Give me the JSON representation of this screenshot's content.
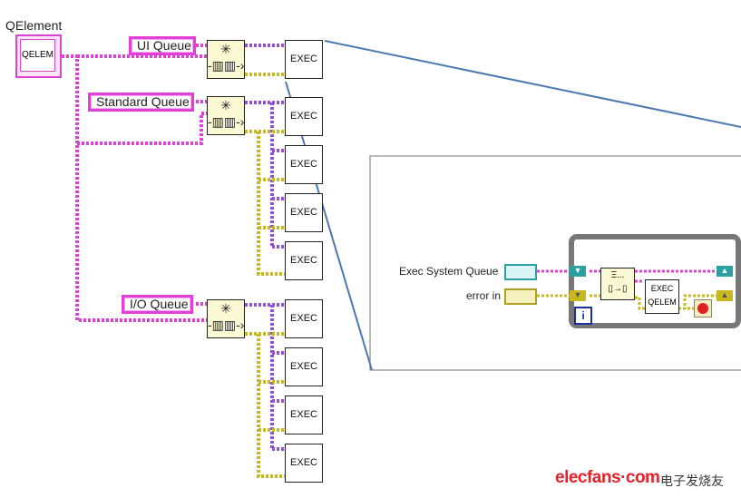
{
  "qelement": {
    "title": "QElement",
    "box_label": "QELEM"
  },
  "queues": [
    {
      "label": "UI Queue",
      "exec_count": 1
    },
    {
      "label": "Standard Queue",
      "exec_count": 4
    },
    {
      "label": "I/O Queue",
      "exec_count": 4
    }
  ],
  "exec_label": "EXEC",
  "inset": {
    "queue_label": "Exec System Queue",
    "error_label": "error in",
    "exec_line1": "EXEC",
    "exec_line2": "QELEM",
    "iteration": "i",
    "dequeue_icon": "Ξ..."
  },
  "colors": {
    "queue_wire": "#e040d8",
    "error_wire": "#c8b820",
    "zoom_line": "#4a78b0",
    "loop_frame": "#777777"
  },
  "watermark": {
    "brand": "elecfans·com",
    "chinese": "电子发烧友"
  }
}
